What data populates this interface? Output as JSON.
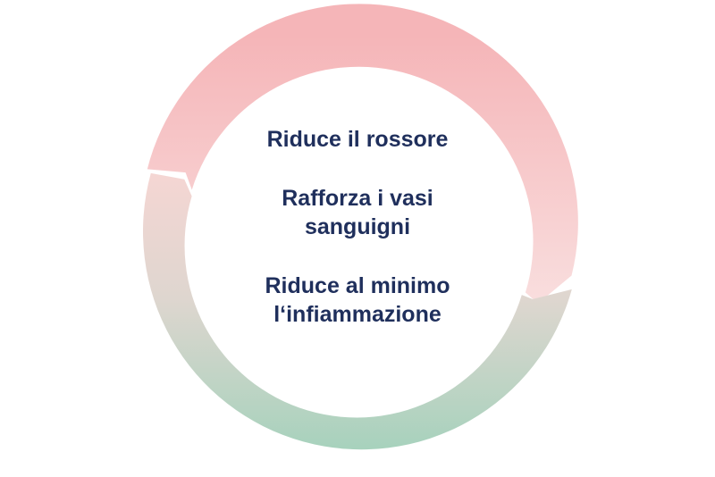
{
  "benefits": [
    {
      "lines": [
        "Riduce il rossore"
      ]
    },
    {
      "lines": [
        "Rafforza i vasi",
        "sanguigni"
      ]
    },
    {
      "lines": [
        "Riduce al minimo",
        "l‘infiammazione"
      ]
    }
  ],
  "colors": {
    "text": "#1f2f5c",
    "ring_top": "#f5b5b8",
    "ring_mid": "#f7d3d2",
    "ring_neutral": "#e2d5cf",
    "ring_bottom": "#a9d3bf"
  }
}
